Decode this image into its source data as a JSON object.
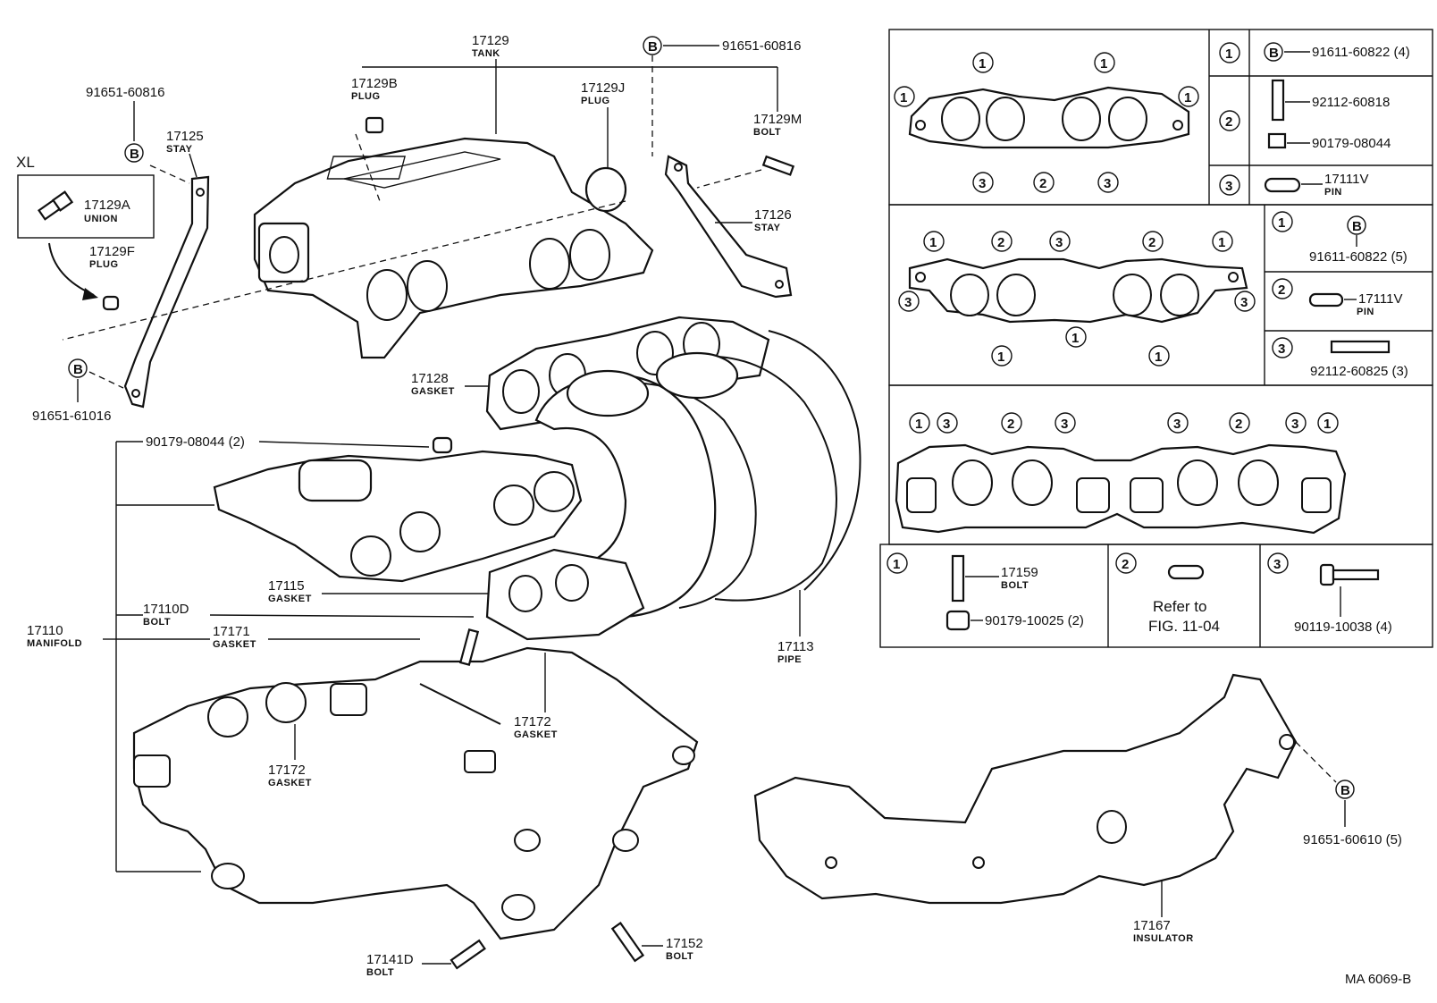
{
  "parts": {
    "p17129": {
      "num": "17129",
      "name": "TANK"
    },
    "p17129b": {
      "num": "17129B",
      "name": "PLUG"
    },
    "p17129j": {
      "num": "17129J",
      "name": "PLUG"
    },
    "p17129m": {
      "num": "17129M",
      "name": "BOLT"
    },
    "p91651_60816_top": {
      "num": "91651-60816"
    },
    "p91651_60816_left": {
      "num": "91651-60816"
    },
    "p17125": {
      "num": "17125",
      "name": "STAY"
    },
    "xl": {
      "label": "XL"
    },
    "p17129a": {
      "num": "17129A",
      "name": "UNION"
    },
    "p17129f": {
      "num": "17129F",
      "name": "PLUG"
    },
    "p17126": {
      "num": "17126",
      "name": "STAY"
    },
    "p91651_61016": {
      "num": "91651-61016"
    },
    "p17128": {
      "num": "17128",
      "name": "GASKET"
    },
    "p90179_08044": {
      "num": "90179-08044 (2)"
    },
    "p17115": {
      "num": "17115",
      "name": "GASKET"
    },
    "p17110d": {
      "num": "17110D",
      "name": "BOLT"
    },
    "p17110": {
      "num": "17110",
      "name": "MANIFOLD"
    },
    "p17171": {
      "num": "17171",
      "name": "GASKET"
    },
    "p17113": {
      "num": "17113",
      "name": "PIPE"
    },
    "p17172a": {
      "num": "17172",
      "name": "GASKET"
    },
    "p17172b": {
      "num": "17172",
      "name": "GASKET"
    },
    "p17141d": {
      "num": "17141D",
      "name": "BOLT"
    },
    "p17152": {
      "num": "17152",
      "name": "BOLT"
    },
    "p17167": {
      "num": "17167",
      "name": "INSULATOR"
    },
    "p91651_60610": {
      "num": "91651-60610 (5)"
    }
  },
  "legend": {
    "b": "B",
    "c1": "1",
    "c2": "2",
    "c3": "3",
    "box1": {
      "r1": "91611-60822 (4)",
      "r2a": "92112-60818",
      "r2b": "90179-08044",
      "r3": "17111V",
      "r3name": "PIN"
    },
    "box2": {
      "r1": "91611-60822 (5)",
      "r2": "17111V",
      "r2name": "PIN",
      "r3": "92112-60825 (3)"
    },
    "box3": {
      "c1num": "17159",
      "c1name": "BOLT",
      "c1nut": "90179-10025 (2)",
      "c2line1": "Refer to",
      "c2line2": "FIG. 11-04",
      "c3": "90119-10038 (4)"
    }
  },
  "footer": {
    "code": "MA  6069-B"
  }
}
